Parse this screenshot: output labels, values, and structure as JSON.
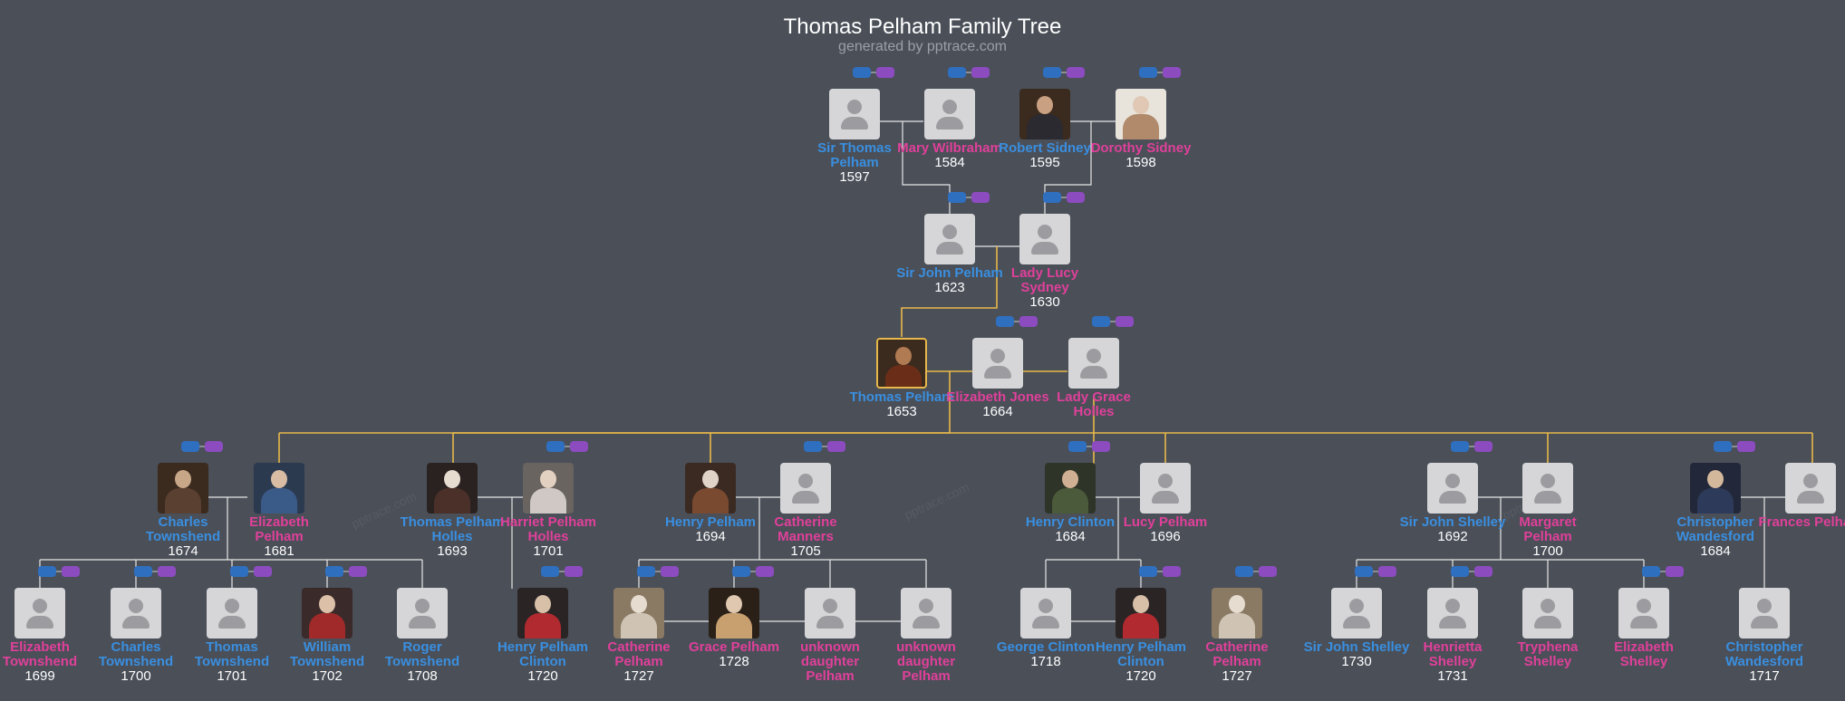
{
  "header": {
    "title": "Thomas Pelham Family Tree",
    "subtitle": "generated by pptrace.com"
  },
  "colors": {
    "background": "#4a4f58",
    "male": "#3a8fe0",
    "female": "#e0409a",
    "focus_line": "#e8b84a"
  },
  "watermark": "pptrace.com",
  "people": [
    {
      "id": "thomas_sr",
      "name": "Sir Thomas Pelham",
      "year": "1597",
      "gender": "male"
    },
    {
      "id": "mary",
      "name": "Mary Wilbraham",
      "year": "1584",
      "gender": "female"
    },
    {
      "id": "robert",
      "name": "Robert Sidney",
      "year": "1595",
      "gender": "male",
      "portrait": true
    },
    {
      "id": "dorothy",
      "name": "Dorothy Sidney",
      "year": "1598",
      "gender": "female",
      "portrait": true
    },
    {
      "id": "john",
      "name": "Sir John Pelham",
      "year": "1623",
      "gender": "male"
    },
    {
      "id": "lucy",
      "name": "Lady Lucy Sydney",
      "year": "1630",
      "gender": "female"
    },
    {
      "id": "thomas",
      "name": "Thomas Pelham",
      "year": "1653",
      "gender": "male",
      "portrait": true,
      "focus": true
    },
    {
      "id": "elizabeth_j",
      "name": "Elizabeth Jones",
      "year": "1664",
      "gender": "female"
    },
    {
      "id": "grace",
      "name": "Lady Grace Holles",
      "year": "",
      "gender": "female"
    },
    {
      "id": "charles_t",
      "name": "Charles Townshend",
      "year": "1674",
      "gender": "male",
      "portrait": true
    },
    {
      "id": "elizabeth_p",
      "name": "Elizabeth Pelham",
      "year": "1681",
      "gender": "female",
      "portrait": true
    },
    {
      "id": "thomas_ph",
      "name": "Thomas Pelham Holles",
      "year": "1693",
      "gender": "male",
      "portrait": true
    },
    {
      "id": "harriet",
      "name": "Harriet Pelham Holles",
      "year": "1701",
      "gender": "female",
      "portrait": true
    },
    {
      "id": "henry_p",
      "name": "Henry Pelham",
      "year": "1694",
      "gender": "male",
      "portrait": true
    },
    {
      "id": "catherine_m",
      "name": "Catherine Manners",
      "year": "1705",
      "gender": "female"
    },
    {
      "id": "henry_c",
      "name": "Henry Clinton",
      "year": "1684",
      "gender": "male",
      "portrait": true
    },
    {
      "id": "lucy_p",
      "name": "Lucy Pelham",
      "year": "1696",
      "gender": "female"
    },
    {
      "id": "john_s",
      "name": "Sir John Shelley",
      "year": "1692",
      "gender": "male"
    },
    {
      "id": "margaret",
      "name": "Margaret Pelham",
      "year": "1700",
      "gender": "female"
    },
    {
      "id": "christopher_w",
      "name": "Christopher Wandesford",
      "year": "1684",
      "gender": "male",
      "portrait": true
    },
    {
      "id": "frances",
      "name": "Frances Pelham",
      "year": "",
      "gender": "female"
    },
    {
      "id": "elizabeth_t",
      "name": "Elizabeth Townshend",
      "year": "1699",
      "gender": "female"
    },
    {
      "id": "charles_t2",
      "name": "Charles Townshend",
      "year": "1700",
      "gender": "male"
    },
    {
      "id": "thomas_t",
      "name": "Thomas Townshend",
      "year": "1701",
      "gender": "male"
    },
    {
      "id": "william_t",
      "name": "William Townshend",
      "year": "1702",
      "gender": "male",
      "portrait": true
    },
    {
      "id": "roger_t",
      "name": "Roger Townshend",
      "year": "1708",
      "gender": "male"
    },
    {
      "id": "henry_pc",
      "name": "Henry Pelham Clinton",
      "year": "1720",
      "gender": "male",
      "portrait": true
    },
    {
      "id": "catherine_p",
      "name": "Catherine Pelham",
      "year": "1727",
      "gender": "female",
      "portrait": true
    },
    {
      "id": "grace_p",
      "name": "Grace Pelham",
      "year": "1728",
      "gender": "female",
      "portrait": true
    },
    {
      "id": "unknown1",
      "name": "unknown daughter Pelham",
      "year": "",
      "gender": "female"
    },
    {
      "id": "unknown2",
      "name": "unknown daughter Pelham",
      "year": "",
      "gender": "female"
    },
    {
      "id": "george_c",
      "name": "George Clinton",
      "year": "1718",
      "gender": "male"
    },
    {
      "id": "henry_pc2",
      "name": "Henry Pelham Clinton",
      "year": "1720",
      "gender": "male",
      "portrait": true
    },
    {
      "id": "catherine_p2",
      "name": "Catherine Pelham",
      "year": "1727",
      "gender": "female",
      "portrait": true
    },
    {
      "id": "john_s2",
      "name": "Sir John Shelley",
      "year": "1730",
      "gender": "male"
    },
    {
      "id": "henrietta",
      "name": "Henrietta Shelley",
      "year": "1731",
      "gender": "female"
    },
    {
      "id": "tryphena",
      "name": "Tryphena Shelley",
      "year": "",
      "gender": "female"
    },
    {
      "id": "elizabeth_s",
      "name": "Elizabeth Shelley",
      "year": "",
      "gender": "female"
    },
    {
      "id": "christopher_w2",
      "name": "Christopher Wandesford",
      "year": "1717",
      "gender": "male"
    }
  ]
}
